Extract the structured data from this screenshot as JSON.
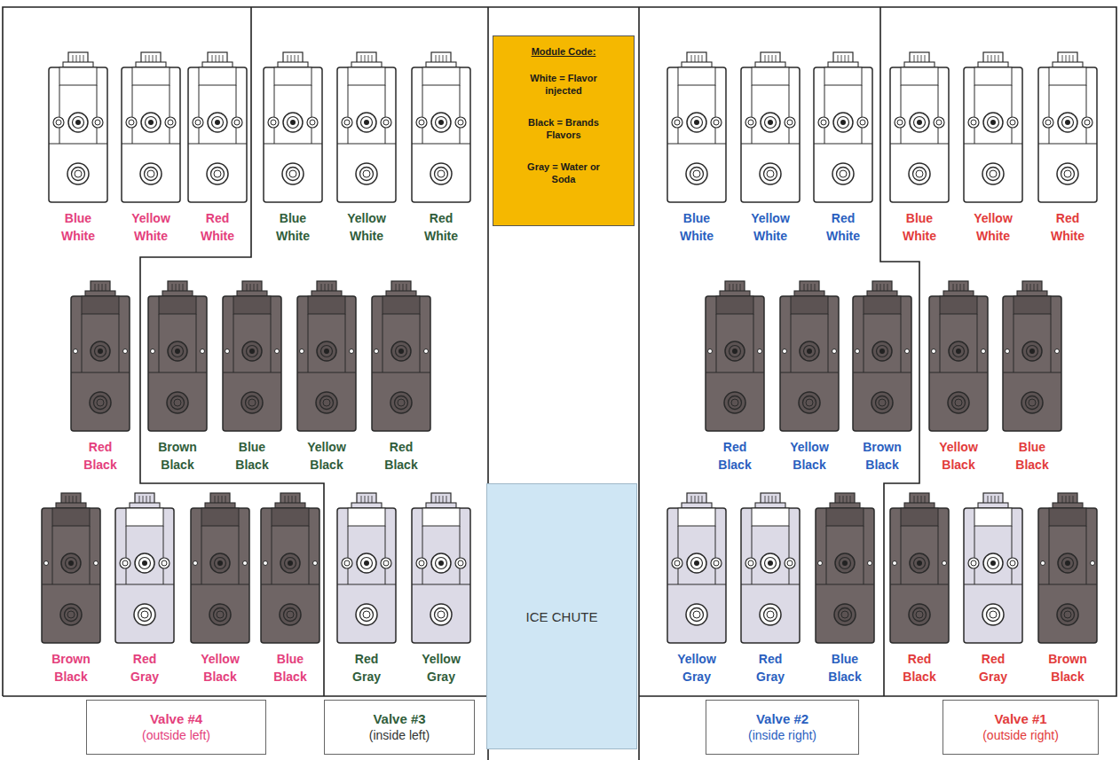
{
  "diagram": {
    "nodes": [
      {
        "text": [
          "Blue White"
        ]
      },
      {
        "text": [
          "Yellow White"
        ]
      },
      {
        "text": [
          "Red White"
        ]
      },
      {
        "text": [
          "Blue White"
        ]
      },
      {
        "text": [
          "Yellow White"
        ]
      },
      {
        "text": [
          "Red White"
        ]
      },
      {
        "text": [
          "Module Code:",
          "White = Flavor injected",
          "Black = Brands Flavors",
          "Gray = Water or Soda"
        ]
      },
      {
        "text": [
          "Blue White"
        ]
      },
      {
        "text": [
          "Yellow White"
        ]
      },
      {
        "text": [
          "Red White"
        ]
      },
      {
        "text": [
          "Blue White"
        ]
      },
      {
        "text": [
          "Yellow White"
        ]
      },
      {
        "text": [
          "Red White"
        ]
      },
      {
        "text": [
          "Red Black"
        ]
      },
      {
        "text": [
          "Brown Black"
        ]
      },
      {
        "text": [
          "Blue Black"
        ]
      },
      {
        "text": [
          "Yellow Black"
        ]
      },
      {
        "text": [
          "Red Black"
        ]
      },
      {
        "text": [
          "Red Black"
        ]
      },
      {
        "text": [
          "Yellow Black"
        ]
      },
      {
        "text": [
          "Brown Black"
        ]
      },
      {
        "text": [
          "Yellow Black"
        ]
      },
      {
        "text": [
          "Blue Black"
        ]
      },
      {
        "text": [
          "Brown Black"
        ]
      },
      {
        "text": [
          "Red Gray"
        ]
      },
      {
        "text": [
          "Yellow Black"
        ]
      },
      {
        "text": [
          "Blue Black"
        ]
      },
      {
        "text": [
          "Red Gray"
        ]
      },
      {
        "text": [
          "Yellow Gray"
        ]
      },
      {
        "text": [
          "ICE CHUTE"
        ]
      },
      {
        "text": [
          "Yellow Gray"
        ]
      },
      {
        "text": [
          "Red Gray"
        ]
      },
      {
        "text": [
          "Blue Black"
        ]
      },
      {
        "text": [
          "Red Black"
        ]
      },
      {
        "text": [
          "Red Gray"
        ]
      },
      {
        "text": [
          "Brown Black"
        ]
      },
      {
        "text": [
          "Valve #4",
          "(outside left)"
        ]
      },
      {
        "text": [
          "Valve #3",
          "(inside left)"
        ]
      },
      {
        "text": [
          "Valve #2",
          "(inside right)"
        ]
      },
      {
        "text": [
          "Valve #1",
          "(outside right)"
        ]
      }
    ]
  }
}
